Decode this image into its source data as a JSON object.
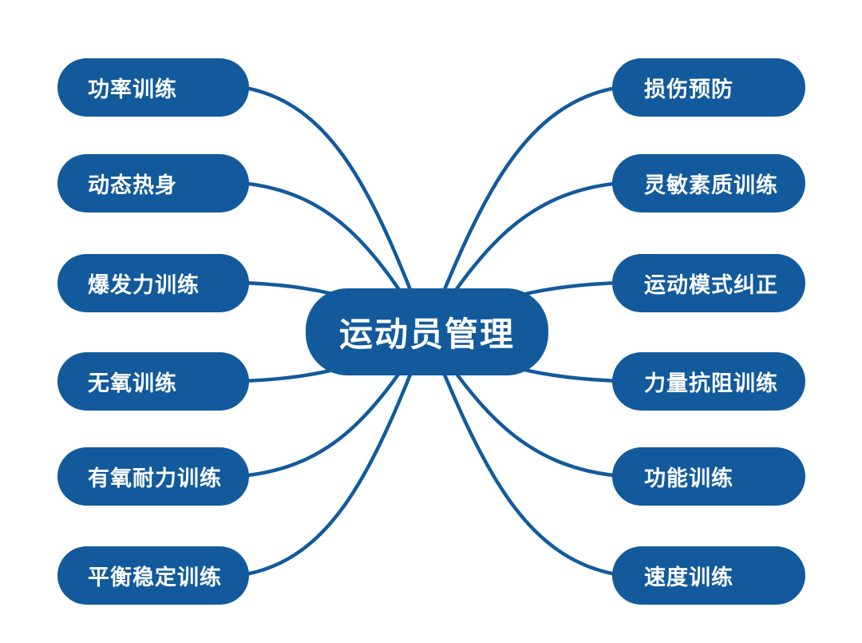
{
  "diagram": {
    "type": "mindmap",
    "center": {
      "label": "运动员管理"
    },
    "left_branches": [
      {
        "label": "功率训练"
      },
      {
        "label": "动态热身"
      },
      {
        "label": "爆发力训练"
      },
      {
        "label": "无氧训练"
      },
      {
        "label": "有氧耐力训练"
      },
      {
        "label": "平衡稳定训练"
      }
    ],
    "right_branches": [
      {
        "label": "损伤预防"
      },
      {
        "label": "灵敏素质训练"
      },
      {
        "label": "运动模式纠正"
      },
      {
        "label": "力量抗阻训练"
      },
      {
        "label": "功能训练"
      },
      {
        "label": "速度训练"
      }
    ],
    "colors": {
      "node_fill": "#125A9C",
      "connector": "#125A9C",
      "text": "#FFFFFF",
      "background": "#FFFFFF"
    }
  }
}
